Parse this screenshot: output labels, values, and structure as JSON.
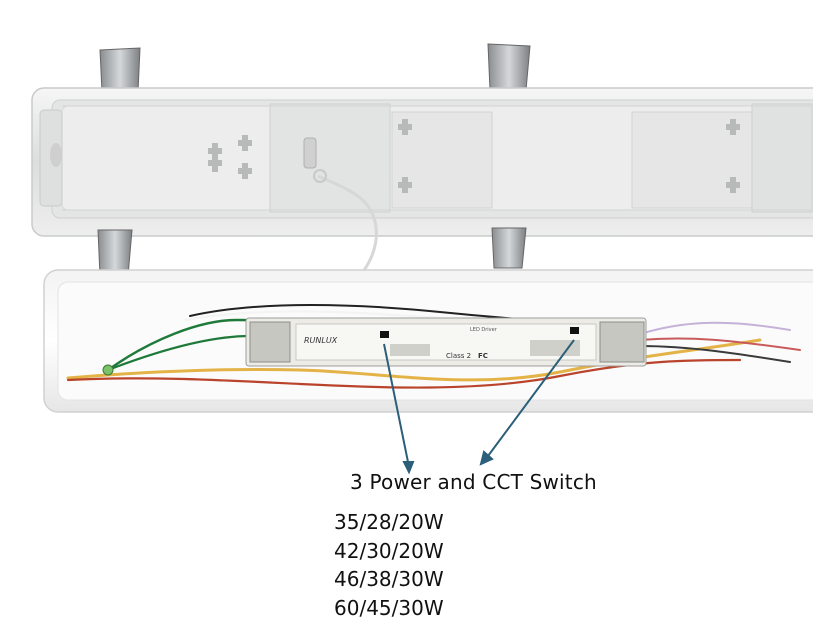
{
  "photo": {
    "driver_brand": "RUNLUX",
    "driver_label_title": "LED Driver",
    "driver_class": "Class 2",
    "driver_cert": "FC"
  },
  "annotation": {
    "caption": "3 Power and CCT Switch",
    "specs": [
      "35/28/20W",
      "42/30/20W",
      "46/38/30W",
      "60/45/30W"
    ]
  },
  "colors": {
    "arrow": "#2b5f7a",
    "wire_green": "#1f7a3a",
    "wire_yellow": "#e3b347",
    "wire_red": "#b9432b",
    "housing": "#eceded",
    "driver_case": "#ecebe6"
  }
}
